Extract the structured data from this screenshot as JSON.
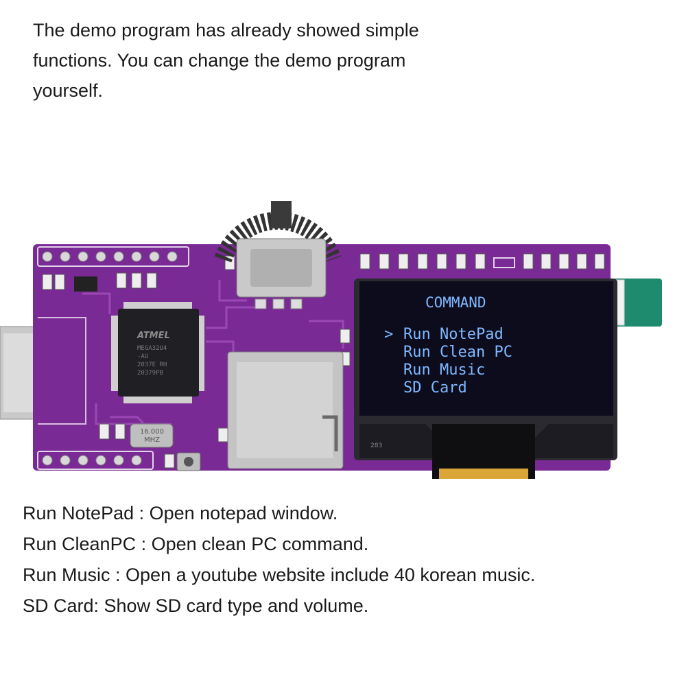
{
  "intro": {
    "lines": [
      "The demo program has already showed simple",
      "functions. You can change the demo program",
      "yourself."
    ]
  },
  "board": {
    "pcb_color": "#7a2a95",
    "chip_brand": "ATMEL",
    "chip_lines": [
      "MEGA32U4",
      "-AU",
      "2037E   RH",
      "20379PB"
    ],
    "crystal_lines": [
      "16.000",
      "MHZ"
    ],
    "oled_label": "283",
    "oled_screen": {
      "title": "COMMAND",
      "cursor": ">",
      "menu_items": [
        "Run NotePad",
        "Run Clean PC",
        "Run Music",
        "SD Card"
      ],
      "text_color": "#7fb8ff"
    }
  },
  "descriptions": [
    "Run NotePad : Open notepad window.",
    "Run CleanPC : Open clean PC command.",
    "Run Music : Open a youtube website include 40 korean music.",
    "SD Card: Show SD card type and volume."
  ]
}
